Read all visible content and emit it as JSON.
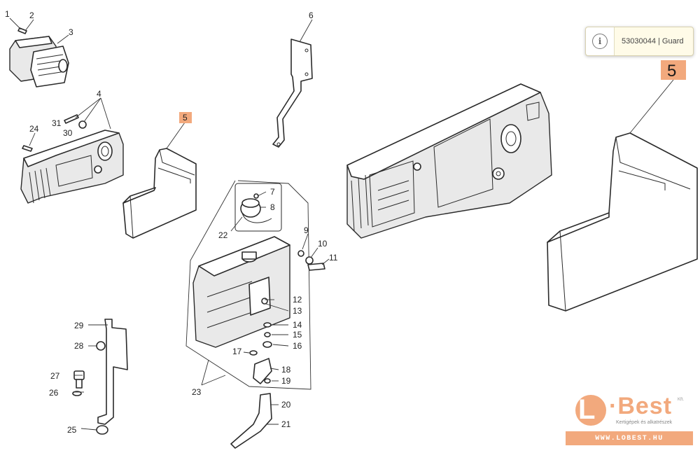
{
  "tooltip": {
    "text": "53030044 | Guard",
    "icon": "info-icon"
  },
  "diagram": {
    "highlighted_label": "5",
    "callouts": [
      "1",
      "2",
      "3",
      "4",
      "5",
      "6",
      "7",
      "8",
      "9",
      "10",
      "11",
      "12",
      "13",
      "14",
      "15",
      "16",
      "17",
      "18",
      "19",
      "20",
      "21",
      "22",
      "23",
      "24",
      "25",
      "26",
      "27",
      "28",
      "29",
      "30",
      "31"
    ]
  },
  "logo": {
    "letter": "L",
    "brand": "·Best",
    "suffix": "Kft.",
    "tagline": "Kertigépek és alkatrészek",
    "url": "WWW.LOBEST.HU",
    "color": "#f2a97d"
  },
  "colors": {
    "highlight": "#f2a97d",
    "line": "#2a2a2a",
    "tooltip_bg": "#fffbe8"
  }
}
